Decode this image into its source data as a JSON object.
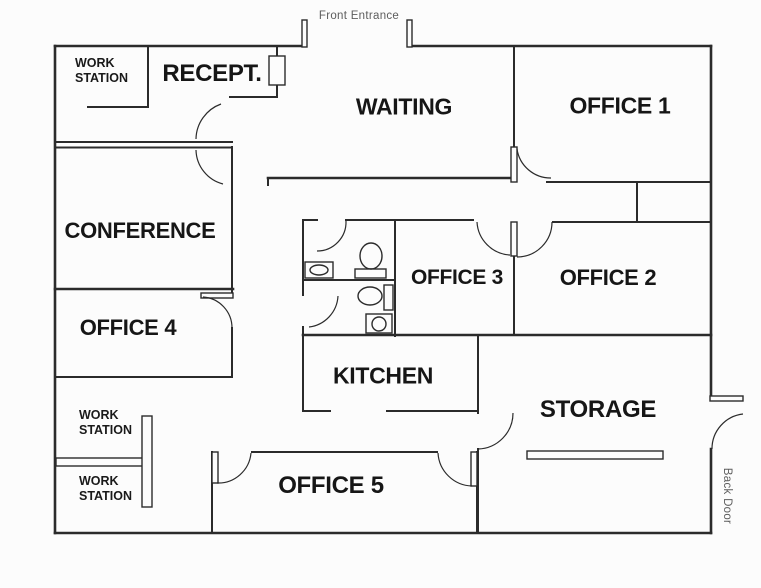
{
  "diagram": {
    "type": "office-floor-plan",
    "colors": {
      "background": "#fcfcfc",
      "wall": "#2b2b2b",
      "label": "#161616",
      "muted_label": "#5d5d5d"
    },
    "entrances": {
      "front": {
        "label": "Front Entrance"
      },
      "back": {
        "label": "Back Door"
      }
    },
    "rooms": [
      {
        "id": "workstation-upper",
        "label": "WORK\nSTATION"
      },
      {
        "id": "reception",
        "label": "RECEPT."
      },
      {
        "id": "waiting",
        "label": "WAITING"
      },
      {
        "id": "office-1",
        "label": "OFFICE 1"
      },
      {
        "id": "conference",
        "label": "CONFERENCE"
      },
      {
        "id": "office-3",
        "label": "OFFICE 3"
      },
      {
        "id": "office-2",
        "label": "OFFICE 2"
      },
      {
        "id": "office-4",
        "label": "OFFICE 4"
      },
      {
        "id": "kitchen",
        "label": "KITCHEN"
      },
      {
        "id": "storage",
        "label": "STORAGE"
      },
      {
        "id": "workstation-mid",
        "label": "WORK\nSTATION"
      },
      {
        "id": "workstation-lower",
        "label": "WORK\nSTATION"
      },
      {
        "id": "office-5",
        "label": "OFFICE 5"
      }
    ],
    "fixtures": [
      "reception-desk",
      "toilet",
      "sink",
      "toilet",
      "sink",
      "workstation-partition",
      "workstation-partition",
      "storage-shelf"
    ]
  }
}
